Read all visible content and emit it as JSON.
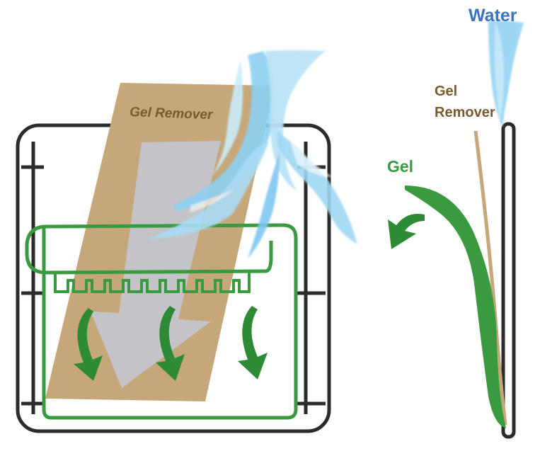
{
  "labels": {
    "gel_remover_sheet": "Gel Remover",
    "water": "Water",
    "gel_remover_side_line1": "Gel",
    "gel_remover_side_line2": "Remover",
    "gel": "Gel"
  },
  "colors": {
    "gel_green": "#3a9a3f",
    "arrow_green": "#2e8b35",
    "remover_tan": "#c6a77a",
    "remover_text": "#7a5a30",
    "frame": "#2b2b2b",
    "water_blue": "#7ec8ef",
    "water_text": "#3a73c0",
    "gray_arrow": "#c4c4c8"
  }
}
